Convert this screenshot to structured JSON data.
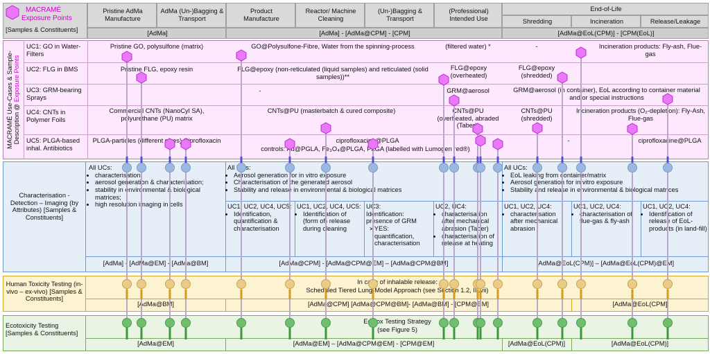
{
  "title": {
    "line1": "MACRAMÉ",
    "line2": "Exposure Points",
    "line3": "[Samples & Constituents]"
  },
  "phases": {
    "pristine": "Pristine AdMa Manufacture",
    "adma_bagging": "AdMa (Un-)Bagging & Transport",
    "product": "Product Manufacture",
    "reactor": "Reactor/ Machine Cleaning",
    "unbagging": "(Un-)Bagging & Transport",
    "professional": "(Professional) Intended Use",
    "eol": "End-of-Life",
    "shredding": "Shredding",
    "incineration": "Incineration",
    "release": "Release/Leakage"
  },
  "phase_samples": {
    "adma": "[AdMa]",
    "cpm": "[AdMa] - [AdMa@CPM] - [CPM]",
    "eol": "[AdMa@EoL(CPM)] - [CPM(EoL)]"
  },
  "side_label": {
    "text": "MACRAMÉ Use-Cases & Sample-Description @ ",
    "pink": "Exposure Points"
  },
  "use_cases": [
    {
      "label": "UC1: GO in Water-Filters",
      "pristine": "Pristine GO, polysulfone (matrix)",
      "product": "GO@Polysulfone-Fibre, Water from the spinning-process",
      "professional": "(filtered water) *",
      "shredding": "-",
      "incineration": "Incineration products: Fly-ash, Flue-gas"
    },
    {
      "label": "UC2: FLG in BMS",
      "pristine": "Pristine FLG, epoxy resin",
      "product": "FLG@epoxy (non-reticulated (liquid samples) and reticulated (solid samples))**",
      "professional": "FLG@epoxy (overheated)",
      "shredding": "FLG@epoxy (shredded)"
    },
    {
      "label": "UC3: GRM-bearing Sprays",
      "product": "-",
      "professional": "GRM@aerosol",
      "eol": "GRM@aerosol (in container), EoL according to container material and/or special instructions"
    },
    {
      "label": "UC4: CNTs in Polymer Foils",
      "pristine": "Commercial CNTs (NanoCyl SA), polyurethane (PU) matrix",
      "product": "CNTs@PU (masterbatch & cured composite)",
      "professional": "CNTs@PU (overheated, abraded (Taber))",
      "shredding": "CNTs@PU (shredded)",
      "incineration": "Incineration products (O₂-depletion): Fly-Ash, Flue-gas"
    },
    {
      "label": "UC5: PLGA-based inhal. Antibiotics",
      "pristine": "PLGA-particles (different sizes) Ciprofloxacin",
      "product1": "ciprofloxacine@PLGA",
      "product2": "controls: Au@PGLA, Fe₃O₄@PLGA, PLGA (labelled with Lumogen red®)",
      "shredding": "-",
      "release": "ciprofloxacine@PLGA"
    }
  ],
  "characterisation": {
    "label": "Characterisation - Detection – Imaging (by Attributes) [Samples & Constituents]",
    "adma_title": "All UCs:",
    "adma_items": [
      "characterisation;",
      "aerosol generation & characterisation;",
      "stability in environmental & biological matrices;",
      "high resolution imaging in cells"
    ],
    "cpm_title": "All UCs:",
    "cpm_items": [
      "Aerosol generation for in vitro exposure",
      "Characterisation of the generated aerosol",
      "Stability and release in environmental & biological matrices"
    ],
    "eol_title": "All UCs:",
    "eol_items": [
      "EoL leaking from container/matrix",
      "Aerosol generation for in vitro exposure",
      "Stability and release in environmental & biological matrices"
    ],
    "sub1_title": "UC1, UC2, UC4, UC5:",
    "sub1_items": [
      "Identification, quantification & characterisation"
    ],
    "sub2_title": "UC1, UC2, UC4, UC5:",
    "sub2_items": [
      "Identification of (form of) release during cleaning"
    ],
    "sub3_title": "UC3:",
    "sub3_text": "Identification: presence of GRM",
    "sub3_yes": "YES:",
    "sub3_yes_text": "quantification, characterisation",
    "sub4_title": "UC2, UC4:",
    "sub4_items": [
      "characterisation after mechanical abrasion (Taber)",
      "characterisation of release at heating"
    ],
    "sub5_title": "UC1, UC2, UC4:",
    "sub5_items": [
      "characterisation after mechanical abrasion"
    ],
    "sub6_title": "UC1, UC2, UC4:",
    "sub6_items": [
      "characterisation of flue-gas & fly-ash"
    ],
    "sub7_title": "UC1, UC2, UC4:",
    "sub7_items": [
      "Identification of release of EoL-products (in land-fill)"
    ],
    "samples_adma": "[AdMa] - [AdMa@EM] - [AdMa@BM]",
    "samples_cpm": "[AdMa@CPM] - [AdMa@CPM@EM] – [AdMa@CPM@BM]",
    "samples_eol": "[AdMa@EoL(CPM)] – [AdMa@EoL(CPM)@EM]"
  },
  "human_tox": {
    "label": "Human Toxicity Testing (in-vivo – ex-vivo) [Samples & Constituents]",
    "text1": "In case of inhalable release:",
    "text2": "Scheduled Tiered Lung-Model Approach (see Section 1.2, III.vii)",
    "samples_adma": "[AdMa@BM]",
    "samples_cpm": "[AdMa@CPM] [AdMa@CPM@BM]- [AdMa@BM] - [CPM@BM]",
    "samples_eol": "[AdMa@EoL(CPM]"
  },
  "ecotox": {
    "label": "Ecotoxicity Testing [Samples & Constituents]",
    "text1": "Ecotox Testing Strategy",
    "text2": "(see Figure 5)",
    "samples_adma": "[AdMa@EM]",
    "samples_cpm": "[AdMa@EM] – [AdMa@CPM@EM] - [CPM@EM]",
    "samples_eol1": "[AdMa@EoL(CPM)]",
    "samples_eol2": "[AdMa@EoL(CPM)]"
  },
  "colors": {
    "pink": "#e879f9",
    "pink_dark": "#c026d3",
    "blue": "#9ab8e0",
    "yellow": "#e8cc88",
    "green": "#6fbf6f"
  }
}
